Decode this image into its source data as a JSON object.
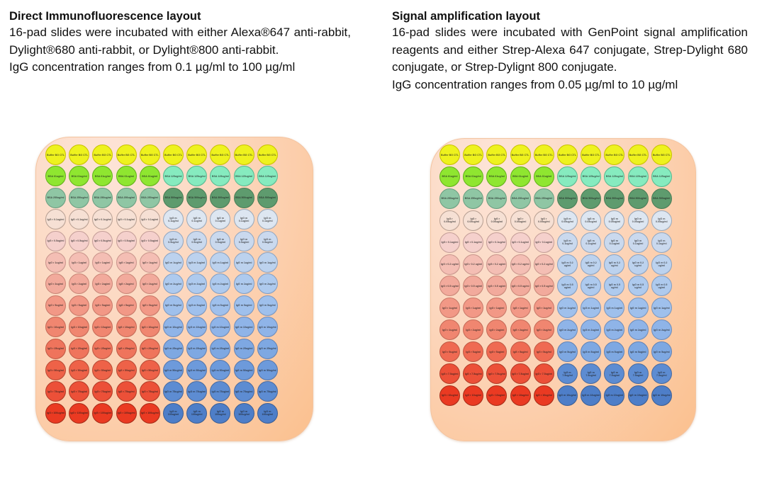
{
  "panels": [
    {
      "id": "direct",
      "title": "Direct Immunofluorescence layout",
      "paragraphs": [
        "16-pad slides were incubated with either Alexa®647 anti-rabbit, Dylight®680 anti-rabbit, or Dylight®800 anti-rabbit.",
        "IgG concentration ranges from 0.1 µg/ml to 100 µg/ml"
      ],
      "plate": {
        "columns": 10,
        "rows": [
          {
            "left": {
              "label": "Buffer BG CTL",
              "color": "#eef21e",
              "border": "#c9c200"
            },
            "right": {
              "label": "Buffer BG CTL",
              "color": "#eef21e",
              "border": "#c9c200"
            }
          },
          {
            "left": {
              "label": "BSA 61ug/ml",
              "color": "#8fe630",
              "border": "#62b01a"
            },
            "right": {
              "label": "BSA 125ug/ml",
              "color": "#86ebbf",
              "border": "#57b890"
            }
          },
          {
            "left": {
              "label": "BSA 250ug/ml",
              "color": "#8fc6a4",
              "border": "#6a9e80"
            },
            "right": {
              "label": "BSA 500ug/ml",
              "color": "#5e9b6e",
              "border": "#4a7d57"
            }
          },
          {
            "left": {
              "label": "IgG r 0.1ug/ml",
              "color": "#f6e0d4",
              "border": "#b8a093"
            },
            "right": {
              "label": "IgG m 0.1ug/ml",
              "color": "#dde6f1",
              "border": "#9aa9ba"
            }
          },
          {
            "left": {
              "label": "IgG r 0.5ug/ml",
              "color": "#f5d0cc",
              "border": "#c49e98"
            },
            "right": {
              "label": "IgG m 0.5ug/ml",
              "color": "#cad9ee",
              "border": "#93a7c0"
            }
          },
          {
            "left": {
              "label": "IgG r 1ug/ml",
              "color": "#f4beb4",
              "border": "#c9958c"
            },
            "right": {
              "label": "IgG m 1ug/ml",
              "color": "#bcd2ee",
              "border": "#8ba3c2"
            }
          },
          {
            "left": {
              "label": "IgG r 2ug/ml",
              "color": "#f2aa9c",
              "border": "#c98677"
            },
            "right": {
              "label": "IgG m 2ug/ml",
              "color": "#aecaee",
              "border": "#839ec2"
            }
          },
          {
            "left": {
              "label": "IgG r 5ug/ml",
              "color": "#f29886",
              "border": "#c87868"
            },
            "right": {
              "label": "IgG m 5ug/ml",
              "color": "#9fc0ec",
              "border": "#7b97bf"
            }
          },
          {
            "left": {
              "label": "IgG r 10ug/ml",
              "color": "#f08670",
              "border": "#c56a57"
            },
            "right": {
              "label": "IgG m 10ug/ml",
              "color": "#8fb4e8",
              "border": "#6f8dbb"
            }
          },
          {
            "left": {
              "label": "IgG r 25ug/ml",
              "color": "#ef745c",
              "border": "#c05a45"
            },
            "right": {
              "label": "IgG m 25ug/ml",
              "color": "#7ea8e2",
              "border": "#6483b4"
            }
          },
          {
            "left": {
              "label": "IgG r 50ug/ml",
              "color": "#ee6248",
              "border": "#b94b36"
            },
            "right": {
              "label": "IgG m 50ug/ml",
              "color": "#6d9adb",
              "border": "#5677aa"
            }
          },
          {
            "left": {
              "label": "IgG r 75ug/ml",
              "color": "#ec5038",
              "border": "#b23c28"
            },
            "right": {
              "label": "IgG m 75ug/ml",
              "color": "#5d8cd2",
              "border": "#4a6ba0"
            }
          },
          {
            "left": {
              "label": "IgG r 100ug/ml",
              "color": "#ea3a22",
              "border": "#a82c18"
            },
            "right": {
              "label": "IgG m 100ug/ml",
              "color": "#4e7ec8",
              "border": "#3d5f94"
            }
          }
        ]
      }
    },
    {
      "id": "amplification",
      "title": "Signal amplification layout",
      "paragraphs": [
        "16-pad slides were incubated with GenPoint signal amplification reagents and either Strep-Alexa 647 conjugate, Strep-Dylight 680 conjugate, or Strep-Dylignt 800 conjugate.",
        "IgG concentration ranges from 0.05 µg/ml to 10 µg/ml"
      ],
      "plate": {
        "columns": 10,
        "rows": [
          {
            "left": {
              "label": "Buffer BG CTL",
              "color": "#eef21e",
              "border": "#c9c200"
            },
            "right": {
              "label": "Buffer BG CTL",
              "color": "#eef21e",
              "border": "#c9c200"
            }
          },
          {
            "left": {
              "label": "BSA 61ug/ml",
              "color": "#8fe630",
              "border": "#62b01a"
            },
            "right": {
              "label": "BSA 125ug/ml",
              "color": "#86ebbf",
              "border": "#57b890"
            }
          },
          {
            "left": {
              "label": "BSA 250ug/ml",
              "color": "#8fc6a4",
              "border": "#6a9e80"
            },
            "right": {
              "label": "BSA 500ug/ml",
              "color": "#5e9b6e",
              "border": "#4a7d57"
            }
          },
          {
            "left": {
              "label": "IgG r 0.05ug/ml",
              "color": "#f6e0d4",
              "border": "#b8a093"
            },
            "right": {
              "label": "IgG m 0.05ug/ml",
              "color": "#dde6f1",
              "border": "#9aa9ba"
            }
          },
          {
            "left": {
              "label": "IgG r 0.1ug/ml",
              "color": "#f5d0cc",
              "border": "#c49e98"
            },
            "right": {
              "label": "IgG m 0.1ug/ml",
              "color": "#cad9ee",
              "border": "#93a7c0"
            }
          },
          {
            "left": {
              "label": "IgG r 0.2 ug/ml",
              "color": "#f4beb4",
              "border": "#c9958c"
            },
            "right": {
              "label": "IgG m 0.2 ug/ml",
              "color": "#bcd2ee",
              "border": "#8ba3c2"
            }
          },
          {
            "left": {
              "label": "IgG r 0.5 ug/ml",
              "color": "#f2aa9c",
              "border": "#c98677"
            },
            "right": {
              "label": "IgG m 0.5 ug/ml",
              "color": "#aecaee",
              "border": "#839ec2"
            }
          },
          {
            "left": {
              "label": "IgG r 1ug/ml",
              "color": "#f29886",
              "border": "#c87868"
            },
            "right": {
              "label": "IgG m 1ug/ml",
              "color": "#9fc0ec",
              "border": "#7b97bf"
            }
          },
          {
            "left": {
              "label": "IgG r 2ug/ml",
              "color": "#f08670",
              "border": "#c56a57"
            },
            "right": {
              "label": "IgG m 2ug/ml",
              "color": "#8fb4e8",
              "border": "#6f8dbb"
            }
          },
          {
            "left": {
              "label": "IgG r 5ug/ml",
              "color": "#ef6a52",
              "border": "#c05a45"
            },
            "right": {
              "label": "IgG m 5ug/ml",
              "color": "#7ea8e2",
              "border": "#6483b4"
            }
          },
          {
            "left": {
              "label": "IgG r 7.5ug/ml",
              "color": "#ec5038",
              "border": "#b23c28"
            },
            "right": {
              "label": "IgG m 7.5ug/ml",
              "color": "#5d8cd2",
              "border": "#4a6ba0"
            }
          },
          {
            "left": {
              "label": "IgG r 10ug/ml",
              "color": "#ea3a22",
              "border": "#a82c18"
            },
            "right": {
              "label": "IgG m 10ug/ml",
              "color": "#4e7ec8",
              "border": "#3d5f94"
            }
          }
        ]
      }
    }
  ]
}
